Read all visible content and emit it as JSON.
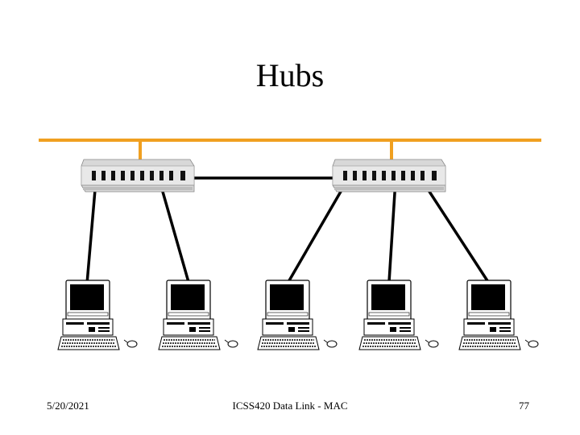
{
  "slide": {
    "title": "Hubs"
  },
  "colors": {
    "backbone": "#f0a020",
    "cable": "#000000",
    "hub_body": "#c8c8c8"
  },
  "diagram": {
    "hubs": [
      {
        "label": "hub-left",
        "ports": 10
      },
      {
        "label": "hub-right",
        "ports": 10
      }
    ],
    "computers": 5,
    "links": [
      {
        "from": "hub-left",
        "to": "computer-1"
      },
      {
        "from": "hub-left",
        "to": "computer-2"
      },
      {
        "from": "hub-right",
        "to": "computer-3"
      },
      {
        "from": "hub-right",
        "to": "computer-4"
      },
      {
        "from": "hub-right",
        "to": "computer-5"
      },
      {
        "from": "hub-left",
        "to": "hub-right"
      }
    ]
  },
  "footer": {
    "date": "5/20/2021",
    "center": "ICSS420 Data Link - MAC",
    "page": "77"
  }
}
